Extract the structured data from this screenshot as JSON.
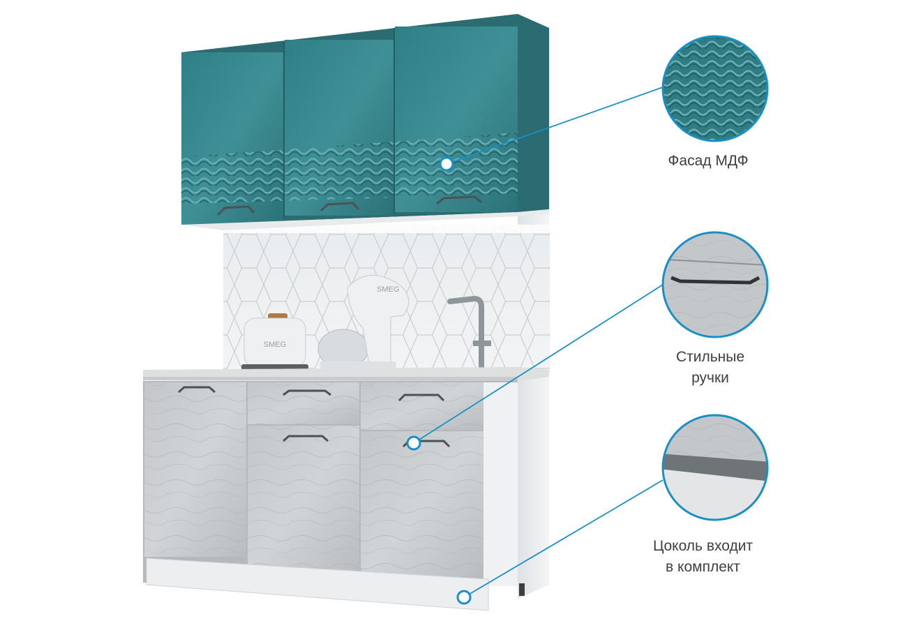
{
  "product": {
    "upper_cabinet_color": "#3d8a8f",
    "lower_cabinet_color": "#c8ccce",
    "frame_color": "#eef0f2",
    "accent_color": "#1a8fc4",
    "appliances": {
      "toaster_logo": "SMEG",
      "mixer_logo": "SMEG"
    }
  },
  "callouts": [
    {
      "id": "facade",
      "lines": [
        "Фасад МДФ"
      ]
    },
    {
      "id": "handles",
      "lines": [
        "Стильные",
        "ручки"
      ]
    },
    {
      "id": "plinth",
      "lines": [
        "Цоколь входит",
        "в комплект"
      ]
    }
  ]
}
